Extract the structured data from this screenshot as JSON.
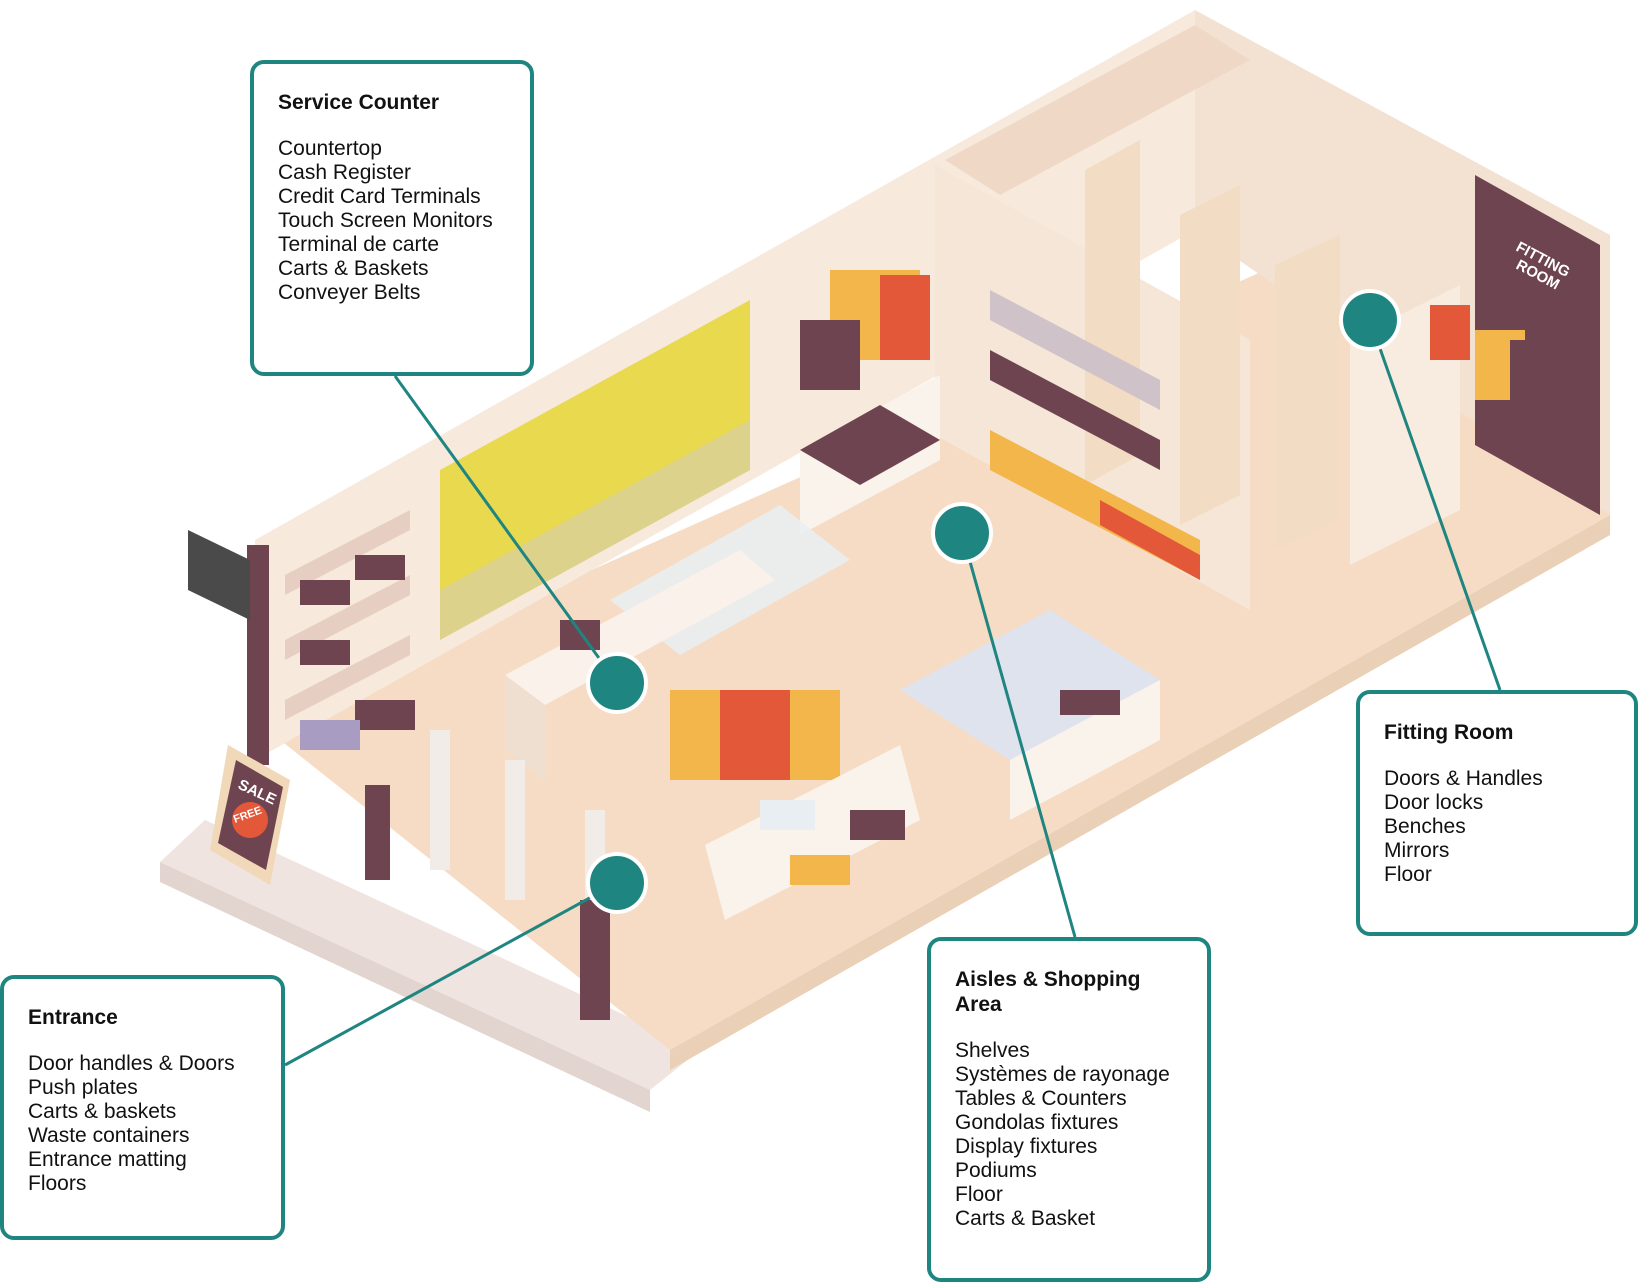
{
  "sign": {
    "sale": "SALE",
    "free": "FREE"
  },
  "fitting_sign": {
    "line1": "FITTING",
    "line2": "ROOM"
  },
  "callouts": {
    "service_counter": {
      "title": "Service Counter",
      "items": [
        "Countertop",
        "Cash Register",
        "Credit Card Terminals",
        "Touch Screen Monitors",
        "Terminal de carte",
        "Carts & Baskets",
        "Conveyer Belts"
      ]
    },
    "entrance": {
      "title": "Entrance",
      "items": [
        "Door handles & Doors",
        "Push plates",
        "Carts & baskets",
        "Waste containers",
        "Entrance matting",
        "Floors"
      ]
    },
    "aisles": {
      "title": "Aisles & Shopping Area",
      "items": [
        "Shelves",
        "Systèmes de rayonage",
        "Tables & Counters",
        "Gondolas fixtures",
        "Display fixtures",
        "Podiums",
        "Floor",
        "Carts & Basket"
      ]
    },
    "fitting_room": {
      "title": "Fitting Room",
      "items": [
        "Doors & Handles",
        "Door locks",
        "Benches",
        "Mirrors",
        "Floor"
      ]
    }
  },
  "colors": {
    "accent": "#1f8580",
    "wall": "#f7e9dc",
    "floor": "#f6dcc4",
    "plum": "#6e4451",
    "window": "#e8d94f"
  }
}
